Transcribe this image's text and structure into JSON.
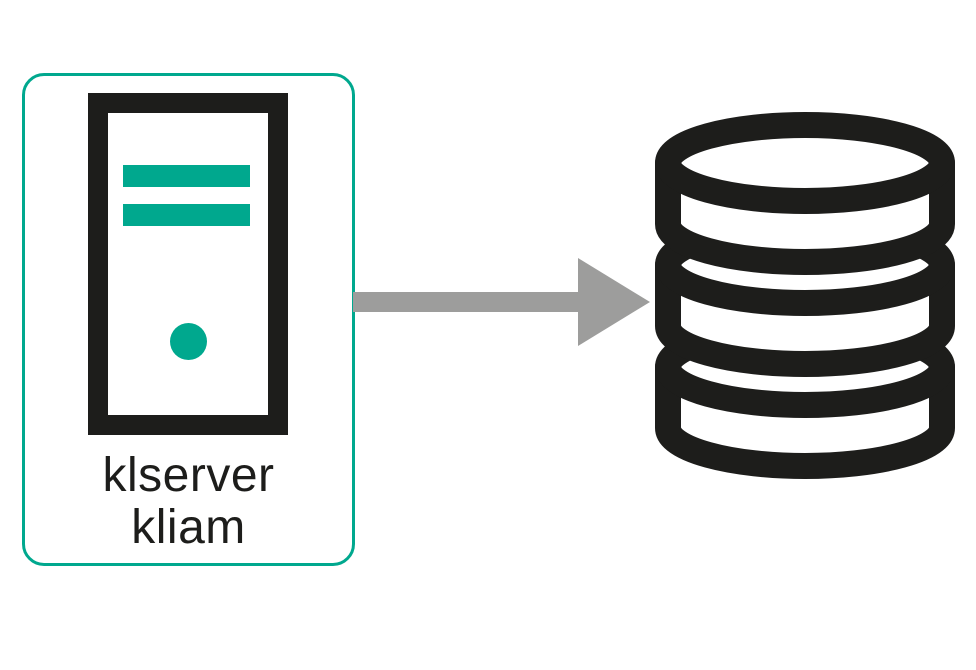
{
  "diagram": {
    "description": "Server to database connection diagram",
    "server_node": {
      "icon": "server-tower-icon",
      "label_line1": "klserver",
      "label_line2": "kliam"
    },
    "arrow": {
      "icon": "arrow-right",
      "direction": "right",
      "from": "server-node",
      "to": "database-node"
    },
    "database_node": {
      "icon": "database-icon",
      "disk_count": 3
    },
    "colors": {
      "accent_teal": "#00A88E",
      "icon_black": "#1D1D1B",
      "arrow_gray": "#9D9D9C",
      "background": "#FFFFFF"
    }
  }
}
